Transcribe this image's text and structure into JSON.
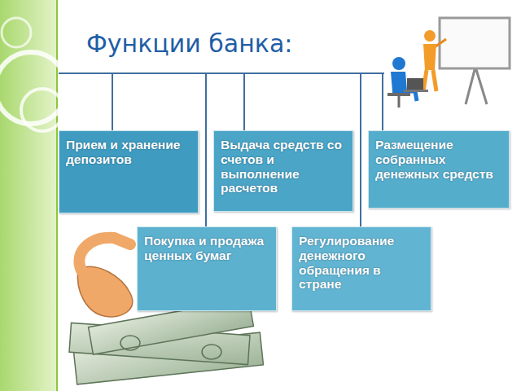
{
  "diagram": {
    "title": "Функции банка:",
    "nodes": [
      {
        "text": [
          "Прием и хранение депозитов"
        ]
      },
      {
        "text": [
          "Выдача средств со счетов и выполнение расчетов"
        ]
      },
      {
        "text": [
          "Размещение собранных денежных средств"
        ]
      },
      {
        "text": [
          "Покупка и продажа ценных бумаг"
        ]
      },
      {
        "text": [
          "Регулирование денежного обращения в стране"
        ]
      }
    ]
  }
}
